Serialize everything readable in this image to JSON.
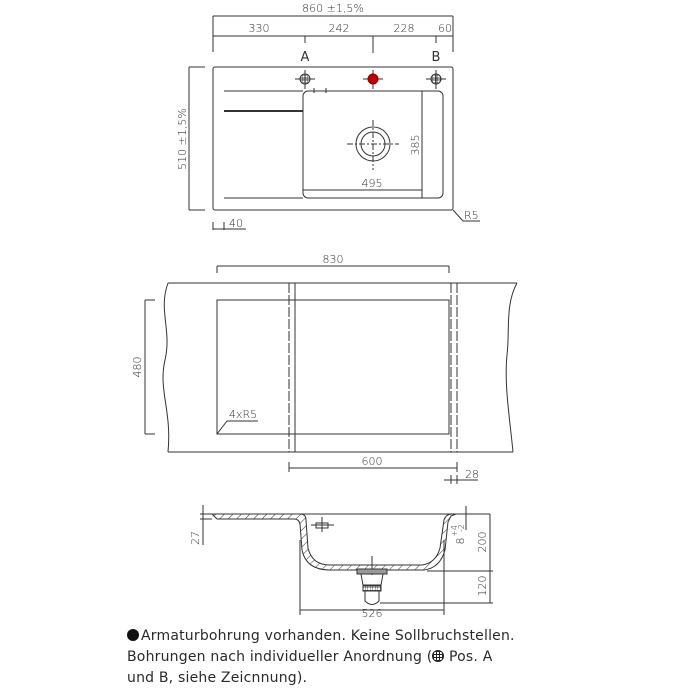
{
  "plan_view": {
    "overall_width": "860 ±1,5%",
    "segments": [
      "330",
      "242",
      "228",
      "60"
    ],
    "position_a": "A",
    "position_b": "B",
    "overall_depth": "510 ±1,5%",
    "bowl_depth": "385",
    "bowl_width": "495",
    "corner_radius": "R5",
    "edge_offset": "40",
    "tap_holes": [
      {
        "id": "A",
        "type": "optional",
        "color": "#888888"
      },
      {
        "id": "center",
        "type": "pre-drilled",
        "color": "#c00000"
      },
      {
        "id": "B",
        "type": "optional",
        "color": "#888888"
      }
    ]
  },
  "cutout_view": {
    "cutout_width": "830",
    "cutout_depth": "480",
    "corner_radius": "4xR5",
    "base_cabinet": "600",
    "wall_offset": "28"
  },
  "section_view": {
    "rim_height": "27",
    "bowl_depth": "200",
    "tolerance_main": "8",
    "tolerance_plus": "+4",
    "tolerance_minus": "-2",
    "waste_depth": "120",
    "bowl_outer_width": "526"
  },
  "note": {
    "line1": "Armaturbohrung vorhanden. Keine Sollbruchstellen.",
    "line2": "Bohrungen nach individueller Anordnung (",
    "line2b": "Pos. A",
    "line3": "und B, siehe Zeicnnung)."
  },
  "colors": {
    "line": "#333333",
    "accent_red": "#c00000"
  }
}
